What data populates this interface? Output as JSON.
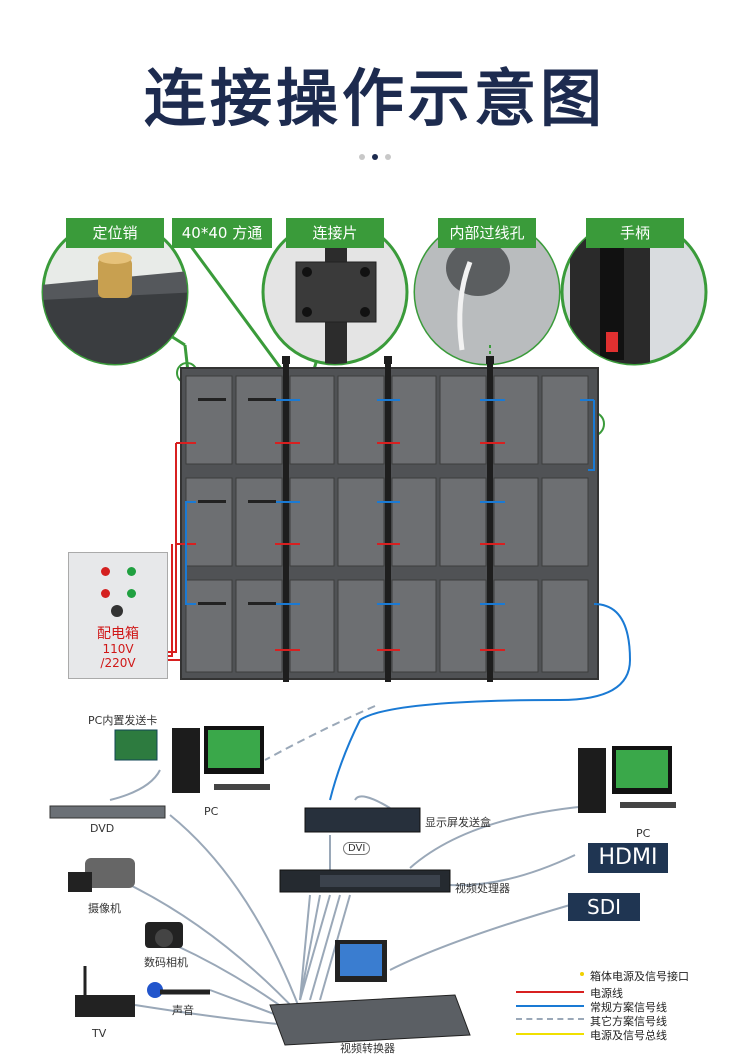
{
  "title": "连接操作示意图",
  "callouts": {
    "locating_pin": "定位销",
    "square_tube": "40*40 方通",
    "connector_plate": "连接片",
    "wiring_hole": "内部过线孔",
    "handle": "手柄"
  },
  "power_box": {
    "label": "配电箱",
    "voltage1": "110V",
    "voltage2": "/220V"
  },
  "devices": {
    "pc_card": "PC内置发送卡",
    "pc_left": "PC",
    "pc_right": "PC",
    "sender_box": "显示屏发送盒",
    "dvi": "DVI",
    "video_processor": "视频处理器",
    "dvd": "DVD",
    "camcorder": "摄像机",
    "camera": "数码相机",
    "audio": "声音",
    "tv": "TV",
    "switcher": "视频转换器",
    "hdmi": "HDMI",
    "sdi": "SDI"
  },
  "legend": [
    {
      "text": "箱体电源及信号接口",
      "color": "#f0d000"
    },
    {
      "text": "电源线",
      "color": "#d82020"
    },
    {
      "text": "常规方案信号线",
      "color": "#1a7ad4"
    },
    {
      "text": "其它方案信号线",
      "color": "#9aa8b8"
    },
    {
      "text": "电源及信号总线",
      "color": "#f0e000"
    }
  ],
  "colors": {
    "title": "#1d2b4f",
    "accent_green": "#3a9b3a",
    "power_red": "#d82020",
    "signal_blue": "#1a7ad4",
    "other_gray": "#9aa8b8"
  }
}
